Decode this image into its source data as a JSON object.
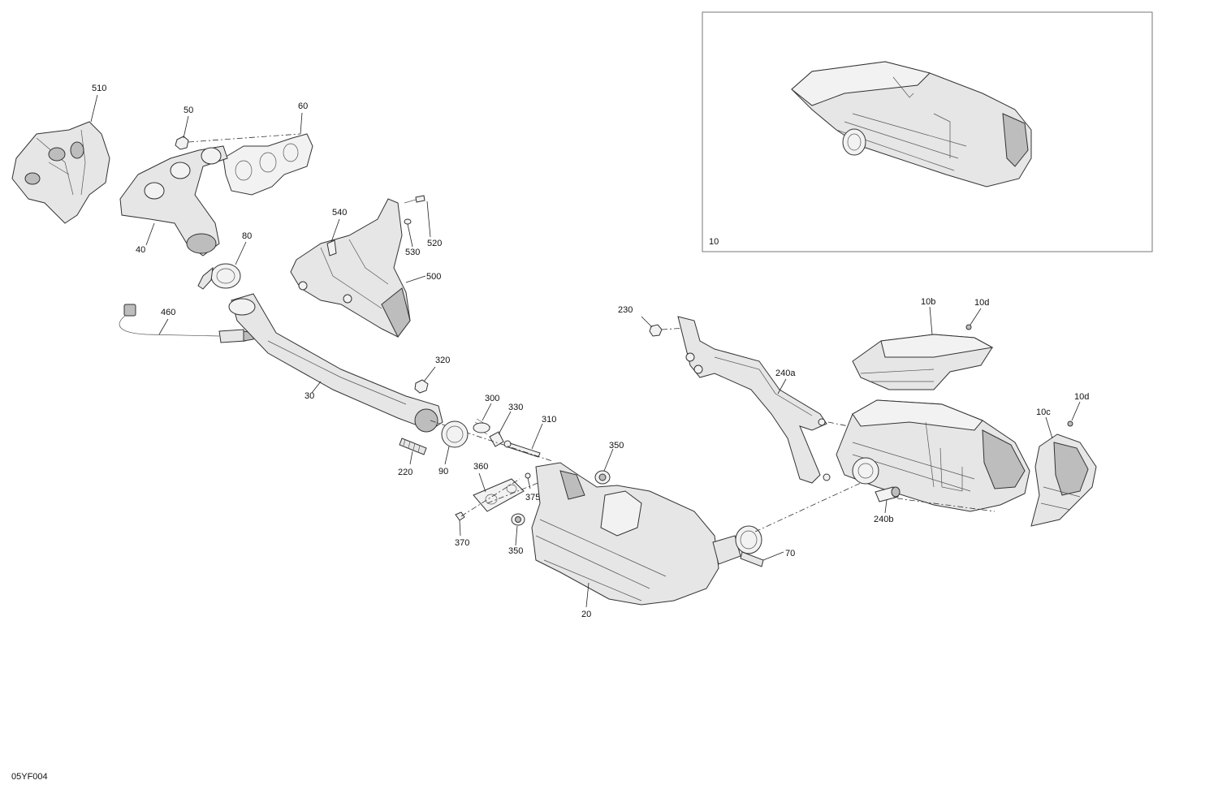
{
  "figure_code": "05YF004",
  "inset_label": "10",
  "labels": {
    "p510": "510",
    "p50": "50",
    "p60": "60",
    "p40": "40",
    "p80": "80",
    "p540": "540",
    "p520": "520",
    "p530": "530",
    "p500": "500",
    "p460": "460",
    "p30": "30",
    "p320": "320",
    "p300": "300",
    "p330": "330",
    "p310": "310",
    "p220": "220",
    "p90": "90",
    "p360": "360",
    "p375": "375",
    "p370": "370",
    "p350a": "350",
    "p350b": "350",
    "p20": "20",
    "p70": "70",
    "p230": "230",
    "p240a": "240a",
    "p240b": "240b",
    "p10b": "10b",
    "p10d_top": "10d",
    "p10c": "10c",
    "p10d_side": "10d"
  }
}
